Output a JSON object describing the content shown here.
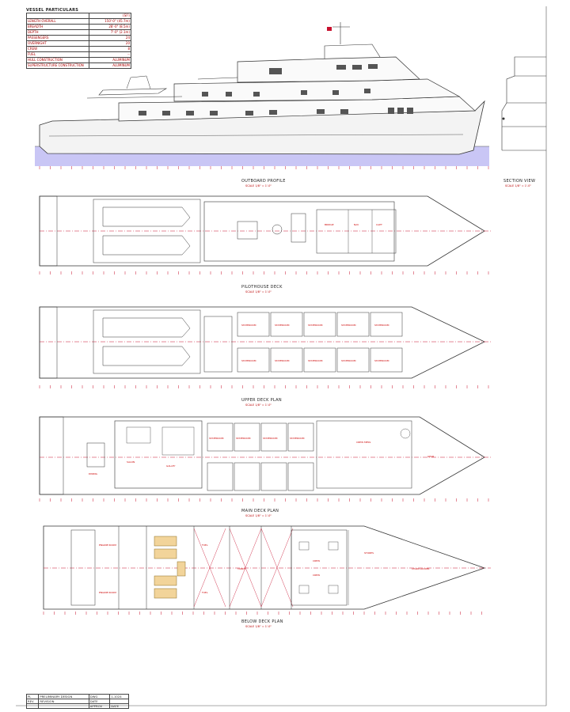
{
  "particulars": {
    "title": "VESSEL PARTICULARS",
    "rows": [
      {
        "k": "",
        "v": "(SI?)"
      },
      {
        "k": "LENGTH OVERALL",
        "v": "150'-0\" (45.7m)"
      },
      {
        "k": "BREADTH",
        "v": "28'-0\" (8.5m)"
      },
      {
        "k": "DEPTH",
        "v": "7'-0\" (2.1m)"
      },
      {
        "k": "PASSENGERS",
        "v": "24"
      },
      {
        "k": "OVERNIGHT",
        "v": "20"
      },
      {
        "k": "CREW",
        "v": "8"
      },
      {
        "k": "FUEL",
        "v": "--"
      },
      {
        "k": "HULL CONSTRUCTION",
        "v": "ALUMINUM"
      },
      {
        "k": "SUPERSTRUCTURE CONSTRUCTION",
        "v": "ALUMINUM"
      }
    ]
  },
  "views": {
    "profile": {
      "label": "OUTBOARD PROFILE",
      "sub": "SCALE 1/8\" = 1'-0\""
    },
    "section": {
      "label": "SECTION VIEW",
      "sub": "SCALE 1/8\" = 1'-0\""
    },
    "pilothouse": {
      "label": "PILOTHOUSE DECK",
      "sub": "SCALE 1/8\" = 1'-0\""
    },
    "upper": {
      "label": "UPPER DECK PLAN",
      "sub": "SCALE 1/8\" = 1'-0\""
    },
    "main": {
      "label": "MAIN DECK PLAN",
      "sub": "SCALE 1/8\" = 1'-0\""
    },
    "below": {
      "label": "BELOW DECK PLAN",
      "sub": "SCALE 1/8\" = 1'-0\""
    }
  },
  "rooms": {
    "pilot": [
      "BRIDGE",
      "NAV",
      "CAPT"
    ],
    "upper": [
      "STATEROOM",
      "STATEROOM",
      "STATEROOM",
      "STATEROOM",
      "STATEROOM",
      "STATEROOM",
      "STATEROOM",
      "STATEROOM",
      "STATEROOM",
      "STATEROOM"
    ],
    "main": [
      "SALON",
      "GALLEY",
      "DINING",
      "STATEROOM",
      "STATEROOM",
      "STATEROOM",
      "STATEROOM",
      "CREW MESS",
      "GEAR"
    ],
    "below": [
      "ENGINE ROOM",
      "ENGINE ROOM",
      "FUEL",
      "FUEL",
      "TANKS",
      "CREW",
      "CREW",
      "STORES",
      "CHAIN LOCKER"
    ]
  },
  "titleblock": {
    "rows": [
      {
        "a": "PL",
        "b": "PRELIMINARY DESIGN",
        "c": "DWG",
        "d": "1-1024"
      },
      {
        "a": "REV",
        "b": "REVISION",
        "c": "DATE",
        "d": ""
      },
      {
        "a": "",
        "b": "",
        "c": "APPROV",
        "d": "DATE"
      }
    ]
  },
  "colors": {
    "line": "#3a3a3a",
    "red": "#c8102e",
    "water": "#c9c6f5",
    "engine": "#f2d49a"
  }
}
